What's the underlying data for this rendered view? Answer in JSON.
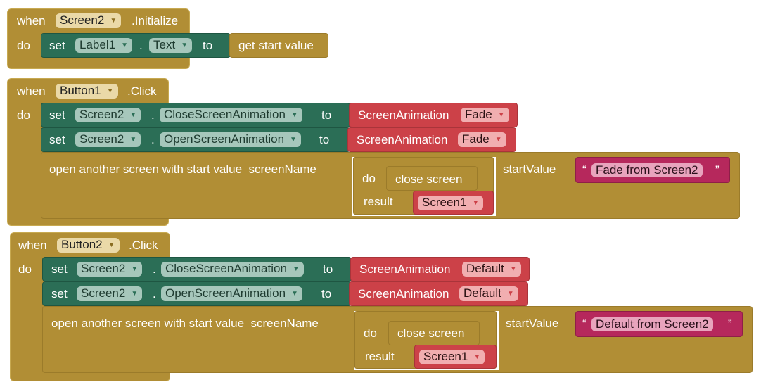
{
  "keywords": {
    "when": "when",
    "do": "do",
    "set": "set",
    "to": "to",
    "dot": ".",
    "result": "result",
    "screen_name": "screenName",
    "start_value": "startValue",
    "open_another": "open another screen with start value",
    "close_screen": "close screen",
    "quote_open": "“",
    "quote_close": "”"
  },
  "block1": {
    "component": "Screen2",
    "event": ".Initialize",
    "set_component": "Label1",
    "set_property": "Text",
    "value": "get start value"
  },
  "block2": {
    "component": "Button1",
    "event": ".Click",
    "row1": {
      "component": "Screen2",
      "property": "CloseScreenAnimation",
      "enum": "ScreenAnimation",
      "option": "Fade"
    },
    "row2": {
      "component": "Screen2",
      "property": "OpenScreenAnimation",
      "enum": "ScreenAnimation",
      "option": "Fade"
    },
    "screen_result": "Screen1",
    "start_text": "Fade from Screen2"
  },
  "block3": {
    "component": "Button2",
    "event": ".Click",
    "row1": {
      "component": "Screen2",
      "property": "CloseScreenAnimation",
      "enum": "ScreenAnimation",
      "option": "Default"
    },
    "row2": {
      "component": "Screen2",
      "property": "OpenScreenAnimation",
      "enum": "ScreenAnimation",
      "option": "Default"
    },
    "screen_result": "Screen1",
    "start_text": "Default from Screen2"
  },
  "colors": {
    "event": "#b18e35",
    "setter": "#2b6e56",
    "helper": "#cc4148",
    "text": "#b6285c"
  }
}
